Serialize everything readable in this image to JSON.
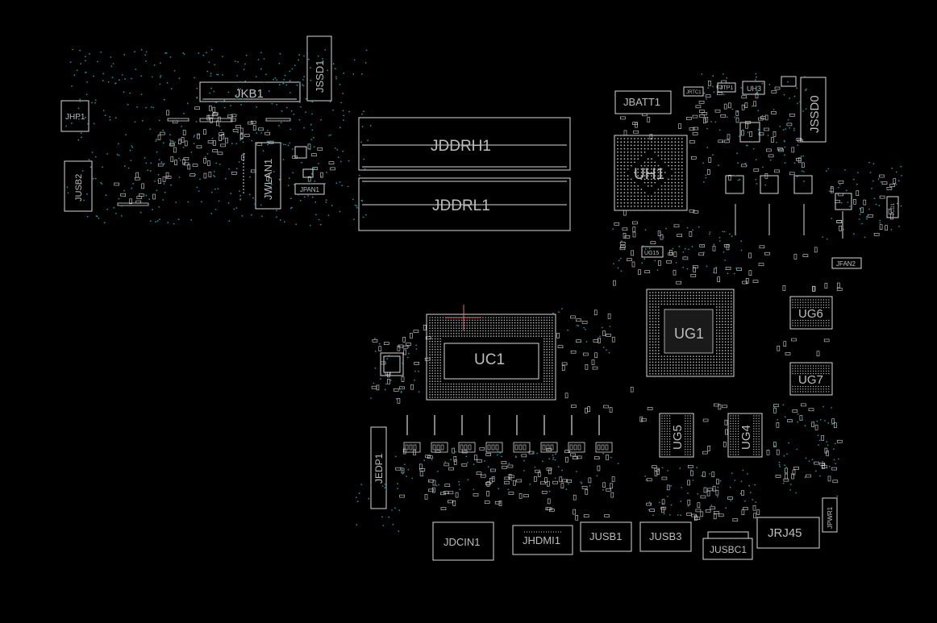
{
  "colors": {
    "background": "#000000",
    "outline": "#d8d8d8",
    "label": "#bdbdbd",
    "via": "#1f8f9a",
    "bga_dot": "#b8b8b8"
  },
  "connectors": {
    "jkb1": "JKB1",
    "jssd1": "JSSD1",
    "jhp1": "JHP1",
    "jusb2": "JUSB2",
    "jwlan1": "JWLAN1",
    "jfan1": "JFAN1",
    "jddrh1": "JDDRH1",
    "jddrl1": "JDDRL1",
    "jbatt1": "JBATT1",
    "jtp1": "JTP1",
    "jrtc1": "JRTC1",
    "jssd0": "JSSD0",
    "jfan2": "JFAN2",
    "jcd1": "JCD1",
    "jedp1": "JEDP1",
    "jdcin1": "JDCIN1",
    "jhdmi1": "JHDMI1",
    "jusb1": "JUSB1",
    "jusb3": "JUSB3",
    "jusbc1": "JUSBC1",
    "jrj45": "JRJ45",
    "jpwr1": "JPWR1"
  },
  "chips": {
    "uh1": "UH1",
    "uh3": "UH3",
    "ug15": "UG15",
    "uc1": "UC1",
    "ug1": "UG1",
    "ug6": "UG6",
    "ug7": "UG7",
    "ug5": "UG5",
    "ug4": "UG4"
  }
}
